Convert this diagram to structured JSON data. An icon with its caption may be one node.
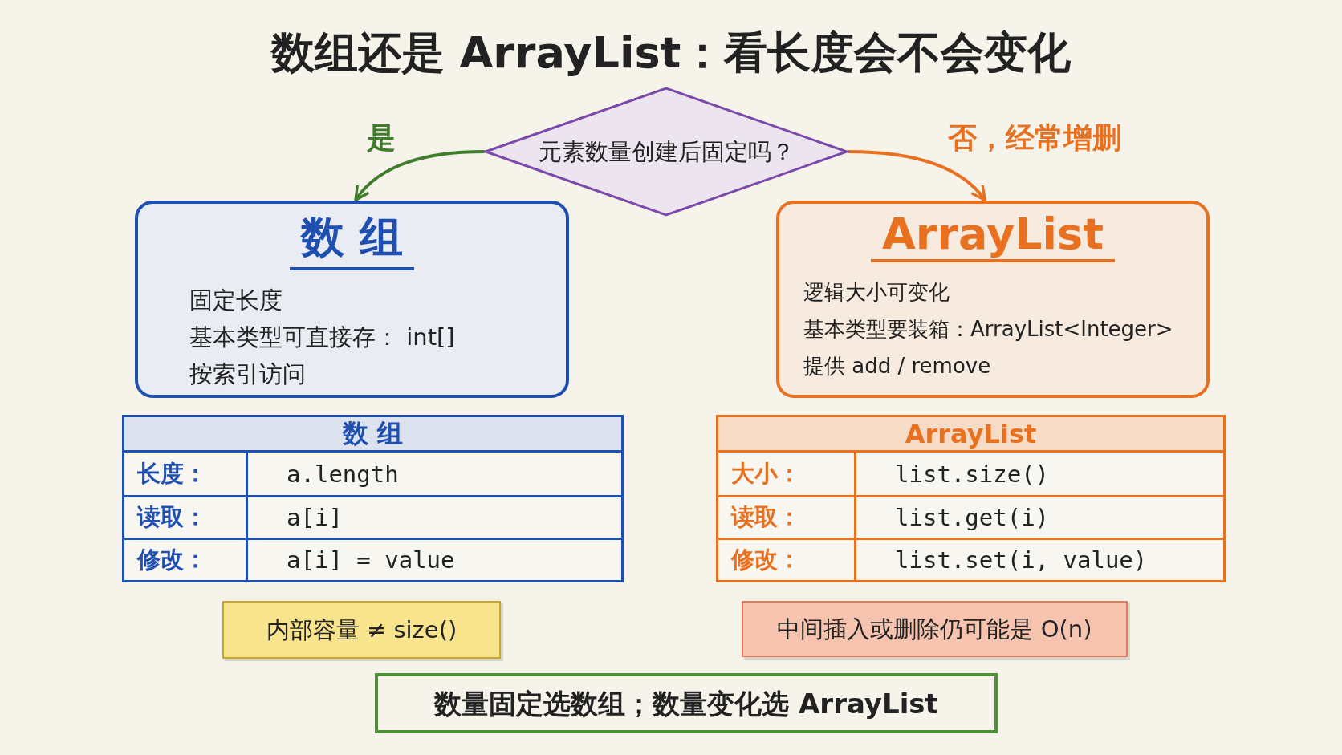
{
  "diagram": {
    "title": "数组还是 ArrayList：看长度会不会变化",
    "nodes": [
      {
        "text": [
          "元素数量创建后固定吗？"
        ]
      },
      {
        "text": [
          "数 组",
          "固定长度",
          "基本类型可直接存： int[]",
          "按索引访问"
        ]
      },
      {
        "text": [
          "ArrayList",
          "逻辑大小可变化",
          "基本类型要装箱：ArrayList<Integer>",
          "提供 add / remove"
        ]
      },
      {
        "text": [
          "数 组",
          "长度：",
          "a.length",
          "读取：",
          "a[i]",
          "修改：",
          "a[i] = value"
        ]
      },
      {
        "text": [
          "ArrayList",
          "大小：",
          "list.size()",
          "读取：",
          "list.get(i)",
          "修改：",
          "list.set(i, value)"
        ]
      },
      {
        "text": [
          "内部容量 ≠ size()"
        ]
      },
      {
        "text": [
          "中间插入或删除仍可能是 O(n)"
        ]
      },
      {
        "text": [
          "数量固定选数组；数量变化选 ArrayList"
        ]
      }
    ],
    "edges": [
      {
        "from": 0,
        "to": 1,
        "arrow": "to",
        "label": "是",
        "color": "#3f7d2c"
      },
      {
        "from": 0,
        "to": 2,
        "arrow": "to",
        "label": "否，经常增删",
        "color": "#e8701f"
      }
    ]
  }
}
